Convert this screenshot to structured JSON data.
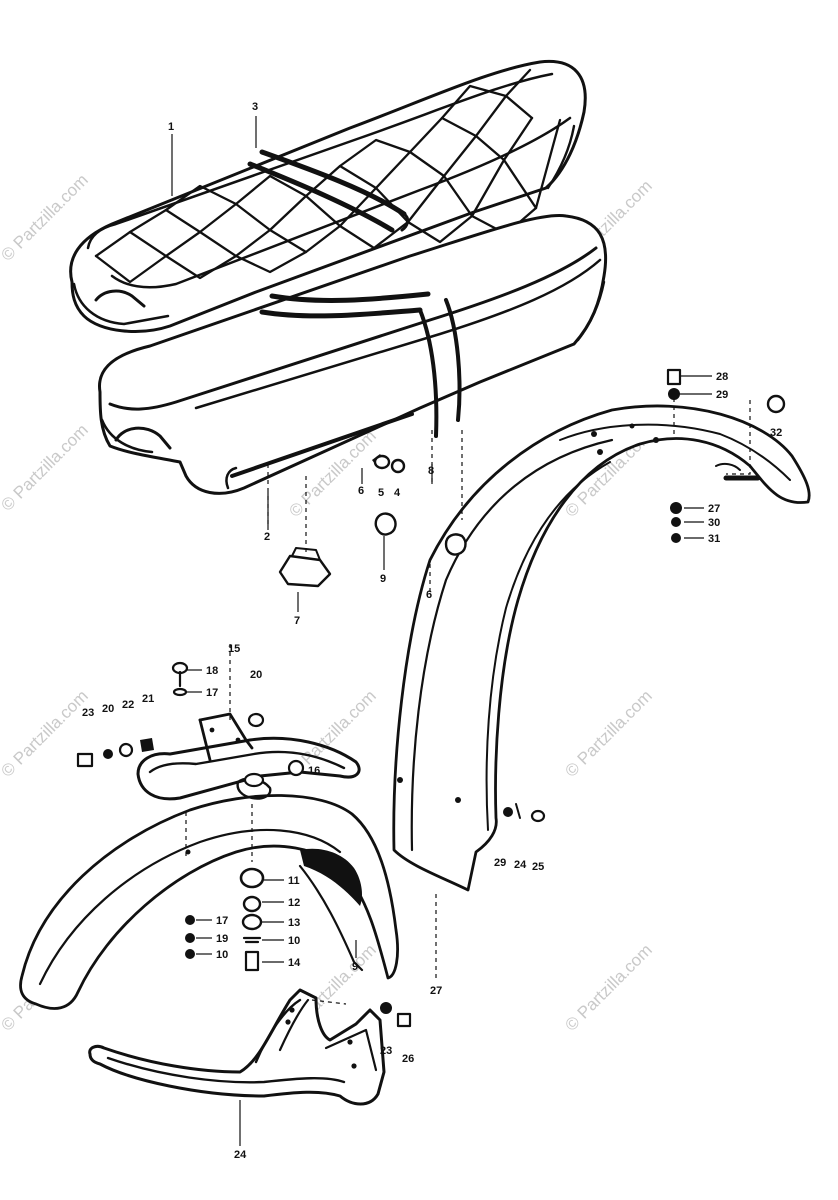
{
  "watermark_text": "© Partzilla.com",
  "callouts": [
    {
      "id": "c1",
      "text": "1"
    },
    {
      "id": "c3",
      "text": "3"
    },
    {
      "id": "c2",
      "text": "2"
    },
    {
      "id": "c4",
      "text": "4"
    },
    {
      "id": "c5",
      "text": "5"
    },
    {
      "id": "c6",
      "text": "6"
    },
    {
      "id": "c8",
      "text": "8"
    },
    {
      "id": "c9",
      "text": "9"
    },
    {
      "id": "c6b",
      "text": "6"
    },
    {
      "id": "c7",
      "text": "7"
    },
    {
      "id": "c28a",
      "text": "28"
    },
    {
      "id": "c29a",
      "text": "29"
    },
    {
      "id": "c32",
      "text": "32"
    },
    {
      "id": "c27a",
      "text": "27"
    },
    {
      "id": "c30",
      "text": "30"
    },
    {
      "id": "c31",
      "text": "31"
    },
    {
      "id": "c15",
      "text": "15"
    },
    {
      "id": "c18",
      "text": "18"
    },
    {
      "id": "c17a",
      "text": "17"
    },
    {
      "id": "c20a",
      "text": "20"
    },
    {
      "id": "c23a",
      "text": "23"
    },
    {
      "id": "c20b",
      "text": "20"
    },
    {
      "id": "c22",
      "text": "22"
    },
    {
      "id": "c21",
      "text": "21"
    },
    {
      "id": "c16",
      "text": "16"
    },
    {
      "id": "c29b",
      "text": "29"
    },
    {
      "id": "c24a",
      "text": "24"
    },
    {
      "id": "c25a",
      "text": "25"
    },
    {
      "id": "c11",
      "text": "11"
    },
    {
      "id": "c12",
      "text": "12"
    },
    {
      "id": "c13",
      "text": "13"
    },
    {
      "id": "c10a",
      "text": "10"
    },
    {
      "id": "c14",
      "text": "14"
    },
    {
      "id": "c17b",
      "text": "17"
    },
    {
      "id": "c19a",
      "text": "19"
    },
    {
      "id": "c10b",
      "text": "10"
    },
    {
      "id": "c9b",
      "text": "9"
    },
    {
      "id": "c27b",
      "text": "27"
    },
    {
      "id": "c23b",
      "text": "23"
    },
    {
      "id": "c26",
      "text": "26"
    },
    {
      "id": "c24b",
      "text": "24"
    }
  ]
}
